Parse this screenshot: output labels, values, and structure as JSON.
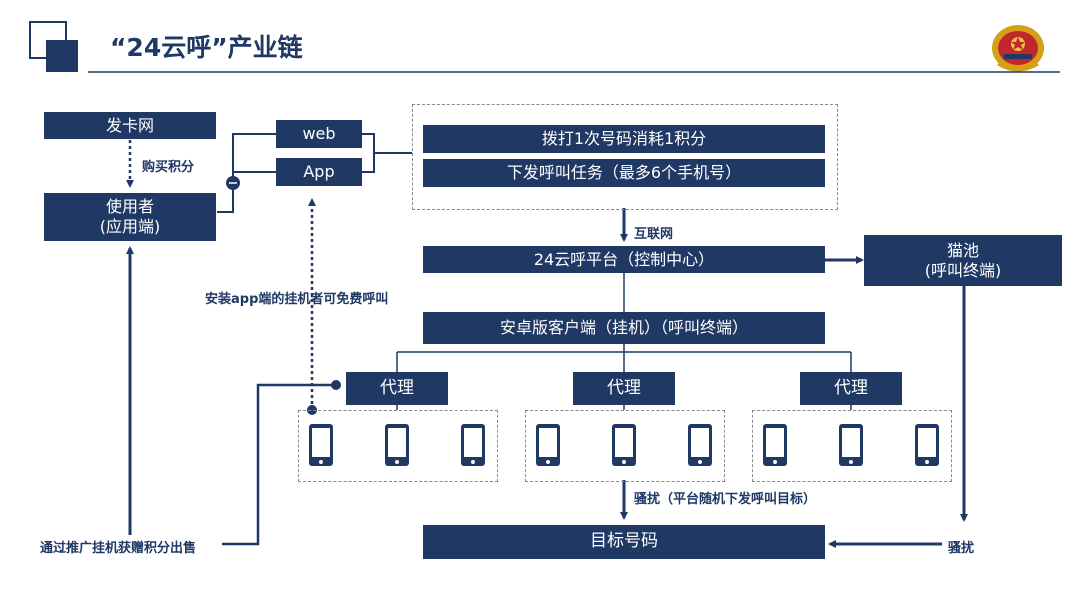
{
  "header": {
    "title": "“24云呼”产业链"
  },
  "nodes": {
    "card_site": "发卡网",
    "user": "使用者\n(应用端)",
    "web": "web",
    "app": "App",
    "dial_cost": "拨打1次号码消耗1积分",
    "dispatch": "下发呼叫任务（最多6个手机号）",
    "platform": "24云呼平台（控制中心）",
    "cat_pool": "猫池\n(呼叫终端)",
    "android_client": "安卓版客户端（挂机）（呼叫终端）",
    "agent_1": "代理",
    "agent_2": "代理",
    "agent_3": "代理",
    "target": "目标号码"
  },
  "edge_labels": {
    "buy_points": "购买积分",
    "internet": "互联网",
    "install_app": "安装app端的挂机者可免费呼叫",
    "promote_sell": "通过推广挂机获赠积分出售",
    "harass_random": "骚扰（平台随机下发呼叫目标）",
    "harass": "骚扰"
  },
  "colors": {
    "navy": "#1f3864",
    "dashed": "#8a8a8a",
    "gold": "#d4a017",
    "red": "#c0282c"
  },
  "icons": [
    "phone-icon",
    "minus-circle-icon",
    "emblem-icon"
  ]
}
